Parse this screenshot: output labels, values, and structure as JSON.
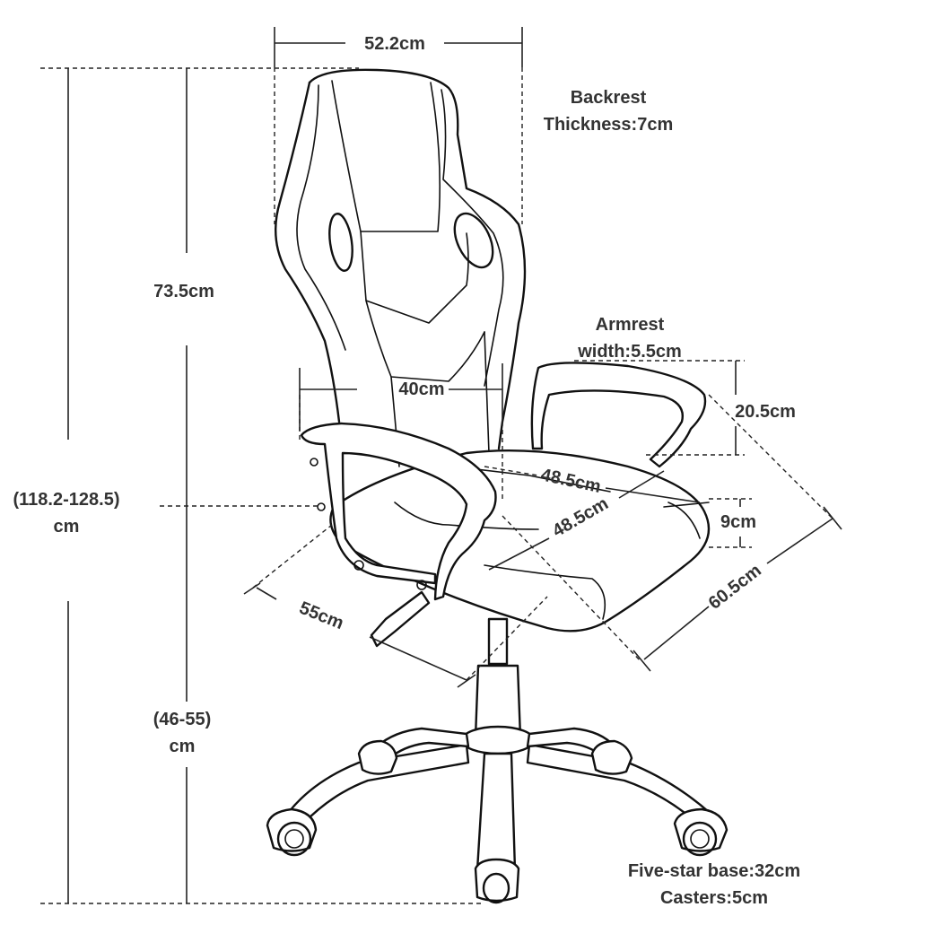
{
  "dimensions": {
    "top_width": "52.2cm",
    "backrest_title": "Backrest",
    "backrest_thickness": "Thickness:7cm",
    "backrest_height": "73.5cm",
    "total_height_range": "(118.2-128.5)",
    "total_height_unit": "cm",
    "seat_height_range": "(46-55)",
    "seat_height_unit": "cm",
    "armrest_title": "Armrest",
    "armrest_width": "width:5.5cm",
    "arm_height": "20.5cm",
    "inner_width": "40cm",
    "seat_depth_a": "48.5cm",
    "seat_depth_b": "48.5cm",
    "seat_thickness": "9cm",
    "overall_depth": "60.5cm",
    "overall_width": "55cm",
    "base_label": "Five-star base:32cm",
    "casters_label": "Casters:5cm"
  }
}
